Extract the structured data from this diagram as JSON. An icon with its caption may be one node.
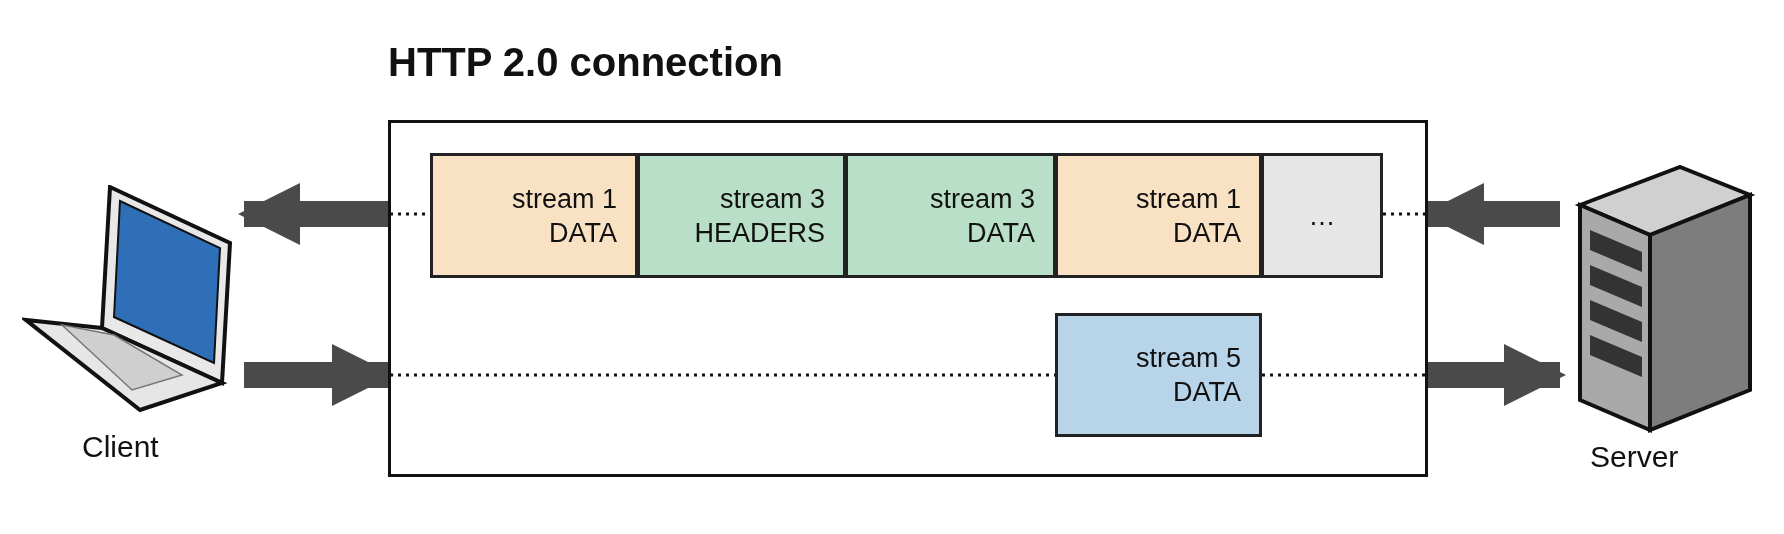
{
  "diagram": {
    "nodes": [
      {
        "text": [
          "Client"
        ]
      },
      {
        "text": [
          "HTTP 2.0 connection"
        ]
      },
      {
        "text": [
          "stream 1 DATA"
        ],
        "in": 1
      },
      {
        "text": [
          "stream 3 HEADERS"
        ],
        "in": 1
      },
      {
        "text": [
          "stream 3 DATA"
        ],
        "in": 1
      },
      {
        "text": [
          "stream 1 DATA"
        ],
        "in": 1
      },
      {
        "text": [
          "…"
        ],
        "in": 1
      },
      {
        "text": [
          "stream 5 DATA"
        ],
        "in": 1
      },
      {
        "text": [
          "Server"
        ]
      }
    ],
    "edges": [
      {
        "from": 1,
        "to": 0,
        "arrow": "to"
      },
      {
        "from": 0,
        "to": 1,
        "arrow": "to"
      },
      {
        "from": 8,
        "to": 1,
        "arrow": "to"
      },
      {
        "from": 1,
        "to": 8,
        "arrow": "to"
      }
    ]
  }
}
